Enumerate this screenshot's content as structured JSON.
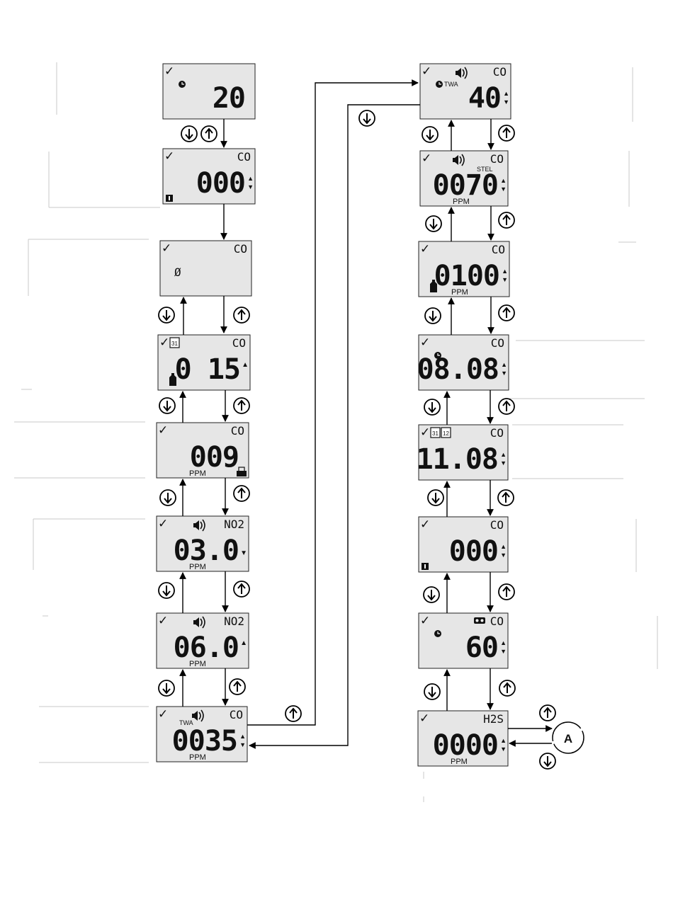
{
  "screens": [
    {
      "id": "s1",
      "check": true,
      "gas": "",
      "value": "20",
      "clock": true,
      "arrow": "",
      "ppm": ""
    },
    {
      "id": "s2",
      "check": true,
      "gas": "CO",
      "value": "000",
      "lock": true,
      "arrow": "both",
      "ppm": ""
    },
    {
      "id": "s3",
      "check": true,
      "gas": "CO",
      "value": "",
      "zero": "Ø",
      "arrow": "",
      "ppm": ""
    },
    {
      "id": "s4",
      "check": true,
      "gas": "CO",
      "value": "0 15",
      "calendar": "31",
      "bottle": true,
      "arrow": "up",
      "ppm": ""
    },
    {
      "id": "s5",
      "check": true,
      "gas": "CO",
      "value": "009",
      "printer": true,
      "arrow": "",
      "ppm": "PPM"
    },
    {
      "id": "s6",
      "check": true,
      "gas": "NO2",
      "value": "03.0",
      "speaker": true,
      "arrow": "down",
      "ppm": "PPM"
    },
    {
      "id": "s7",
      "check": true,
      "gas": "NO2",
      "value": "06.0",
      "speaker": true,
      "arrow": "up",
      "ppm": "PPM"
    },
    {
      "id": "s8",
      "check": true,
      "gas": "CO",
      "value": "0035",
      "speaker": true,
      "twa": "TWA",
      "arrow": "both",
      "ppm": "PPM"
    },
    {
      "id": "s9",
      "check": true,
      "gas": "CO",
      "value": "40",
      "speaker": true,
      "clock": true,
      "twa": "TWA",
      "arrow": "both",
      "ppm": ""
    },
    {
      "id": "s10",
      "check": true,
      "gas": "CO",
      "value": "0070",
      "speaker": true,
      "stel": "STEL",
      "arrow": "both",
      "ppm": "PPM"
    },
    {
      "id": "s11",
      "check": true,
      "gas": "CO",
      "value": "0100",
      "bottle": true,
      "arrow": "both",
      "ppm": "PPM"
    },
    {
      "id": "s12",
      "check": true,
      "gas": "CO",
      "value": "08.08",
      "clock": true,
      "arrow": "both",
      "ppm": ""
    },
    {
      "id": "s13",
      "check": true,
      "gas": "CO",
      "value": "11.08",
      "calendar": "31",
      "calendar2": "12",
      "arrow": "both",
      "ppm": ""
    },
    {
      "id": "s14",
      "check": true,
      "gas": "CO",
      "value": "000",
      "lock": true,
      "arrow": "both",
      "ppm": ""
    },
    {
      "id": "s15",
      "check": true,
      "gas": "CO",
      "value": "60",
      "clock": true,
      "tape": true,
      "arrow": "both",
      "ppm": ""
    },
    {
      "id": "s16",
      "check": true,
      "gas": "H2S",
      "value": "0000",
      "arrow": "both",
      "ppm": "PPM"
    }
  ],
  "connector_label": "A",
  "symbols": {
    "check": "✓",
    "up_arrow": "↑",
    "down_arrow": "↓",
    "tri_up": "▲",
    "tri_down": "▼"
  },
  "colors": {
    "lcd": "#e6e6e6",
    "ink": "#111111"
  }
}
